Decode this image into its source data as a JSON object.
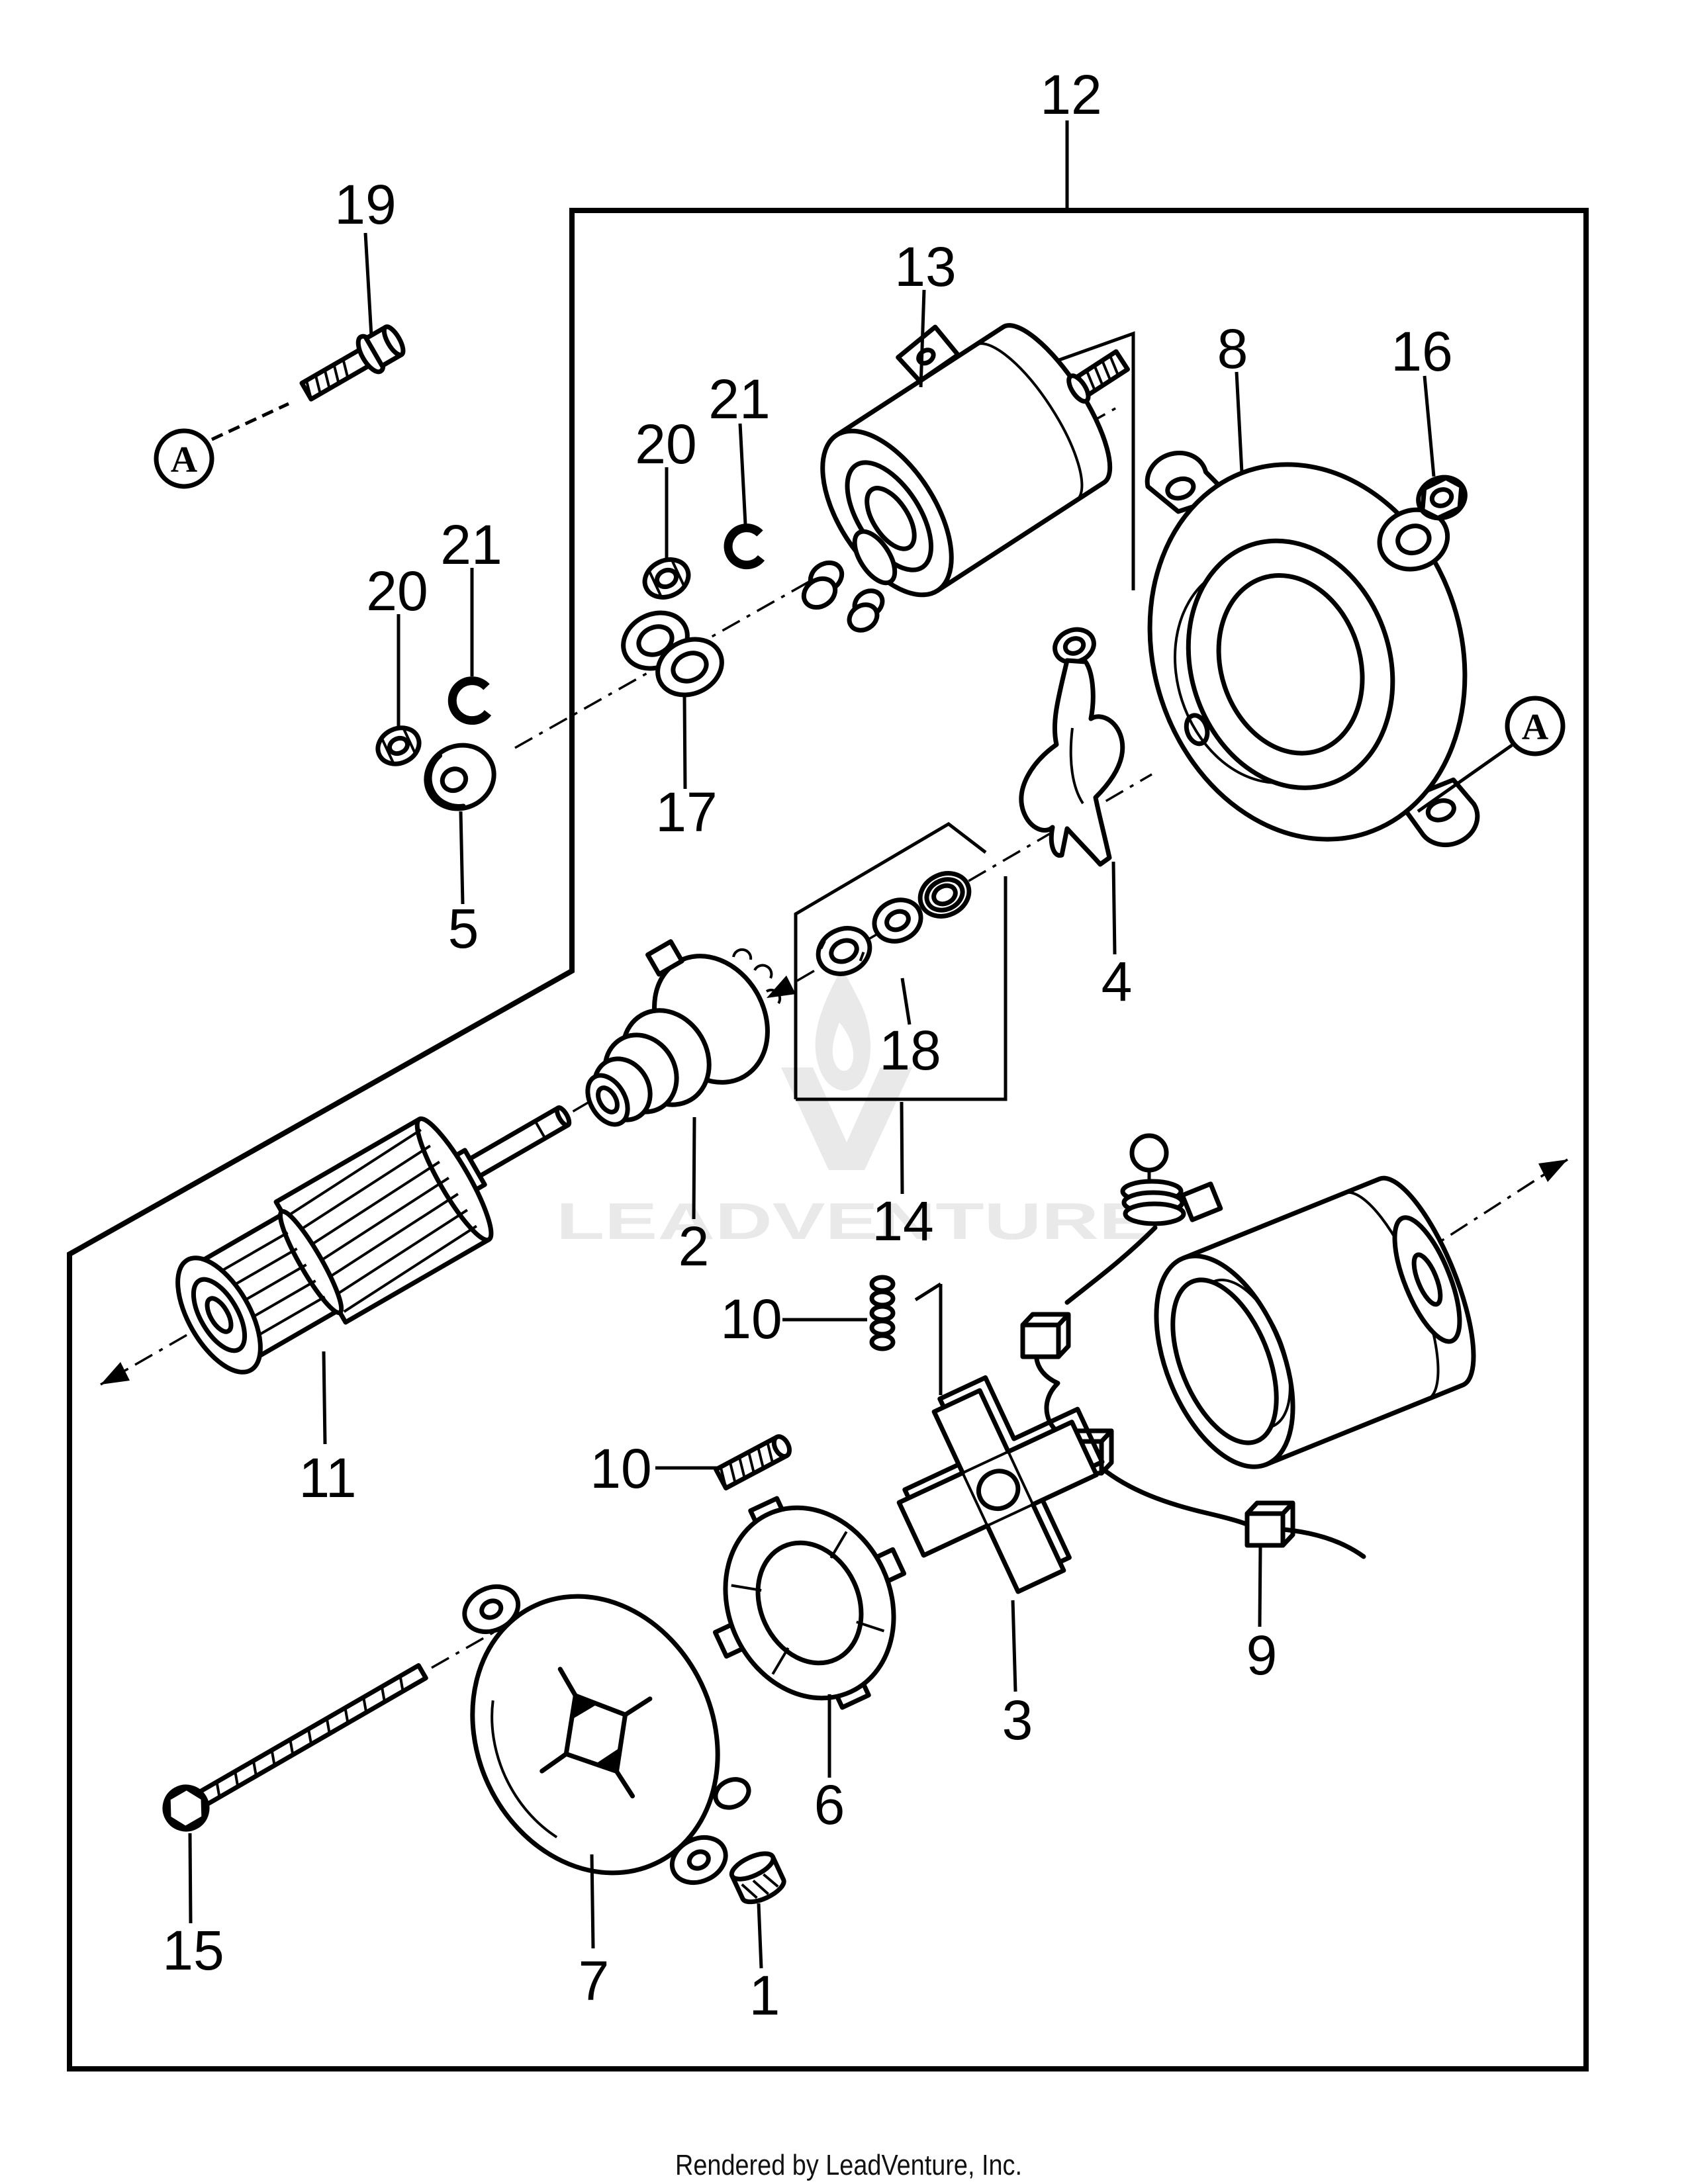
{
  "diagram": {
    "type": "exploded-parts-diagram",
    "subject": "starter-motor-assembly",
    "background_color": "#ffffff",
    "line_color": "#000000"
  },
  "watermark": {
    "text": "LEADVENTURE",
    "color": "#e9e9e9"
  },
  "footer": {
    "text": "Rendered by LeadVenture, Inc."
  },
  "callouts": {
    "n1": "1",
    "n2": "2",
    "n3": "3",
    "n4": "4",
    "n5": "5",
    "n6": "6",
    "n7": "7",
    "n8": "8",
    "n9": "9",
    "n10a": "10",
    "n10b": "10",
    "n11": "11",
    "n12": "12",
    "n13": "13",
    "n14": "14",
    "n15": "15",
    "n16": "16",
    "n17": "17",
    "n18": "18",
    "n19": "19",
    "n20a": "20",
    "n20b": "20",
    "n21a": "21",
    "n21b": "21",
    "marker_a": "A"
  }
}
